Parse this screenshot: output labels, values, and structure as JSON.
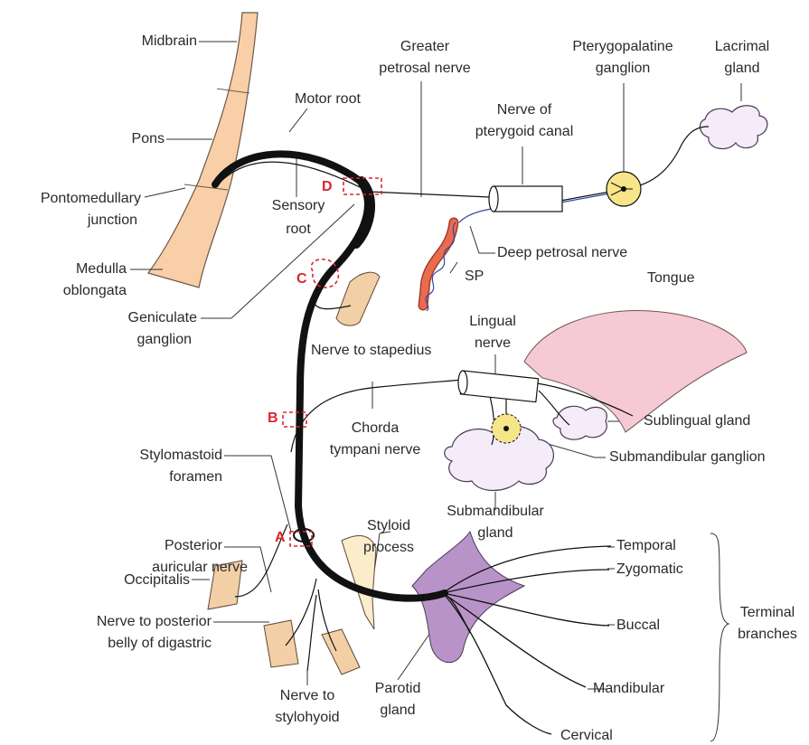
{
  "colors": {
    "brainstem": "#f9cfa8",
    "nerve": "#111111",
    "site_marker": "#d9262c",
    "ganglion": "#f7e58a",
    "gland": "#f4ecf8",
    "parotid": "#b893c8",
    "tongue": "#f6c9d6",
    "muscle": "#f3cfa6",
    "artery": "#e96c4f"
  },
  "icons": {
    "ganglion_marker": "yellow-circle",
    "site_marker": "red-dashed-box"
  },
  "labels": {
    "midbrain": "Midbrain",
    "pons": "Pons",
    "pontomedullary_1": "Pontomedullary",
    "pontomedullary_2": "junction",
    "medulla_1": "Medulla",
    "medulla_2": "oblongata",
    "geniculate_1": "Geniculate",
    "geniculate_2": "ganglion",
    "motor_root": "Motor root",
    "sensory_1": "Sensory",
    "sensory_2": "root",
    "greater_petrosal_1": "Greater",
    "greater_petrosal_2": "petrosal nerve",
    "nerve_pterygoid_1": "Nerve of",
    "nerve_pterygoid_2": "pterygoid canal",
    "ptg_ganglion_1": "Pterygopalatine",
    "ptg_ganglion_2": "ganglion",
    "lacrimal_1": "Lacrimal",
    "lacrimal_2": "gland",
    "deep_petrosal": "Deep petrosal nerve",
    "sp": "SP",
    "tongue": "Tongue",
    "nerve_stapedius": "Nerve to stapedius",
    "lingual_1": "Lingual",
    "lingual_2": "nerve",
    "chorda_1": "Chorda",
    "chorda_2": "tympani nerve",
    "sublingual": "Sublingual gland",
    "submandibular_ganglion": "Submandibular ganglion",
    "stylomastoid_1": "Stylomastoid",
    "stylomastoid_2": "foramen",
    "styloid_1": "Styloid",
    "styloid_2": "process",
    "submandibular_gland_1": "Submandibular",
    "submandibular_gland_2": "gland",
    "post_auricular_1": "Posterior",
    "post_auricular_2": "auricular nerve",
    "occipitalis": "Occipitalis",
    "digastric_1": "Nerve to posterior",
    "digastric_2": "belly of digastric",
    "stylohyoid_1": "Nerve to",
    "stylohyoid_2": "stylohyoid",
    "parotid_1": "Parotid",
    "parotid_2": "gland",
    "temporal": "Temporal",
    "zygomatic": "Zygomatic",
    "buccal": "Buccal",
    "mandibular": "Mandibular",
    "cervical": "Cervical",
    "terminal_1": "Terminal",
    "terminal_2": "branches"
  },
  "sites": {
    "a": "A",
    "b": "B",
    "c": "C",
    "d": "D"
  }
}
